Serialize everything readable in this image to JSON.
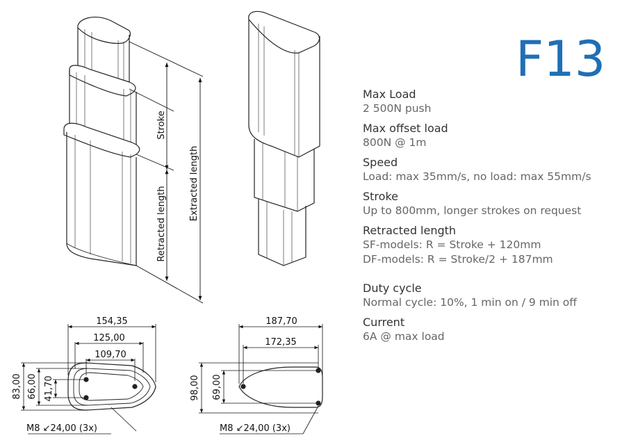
{
  "model": "F13",
  "specs": [
    {
      "title": "Max Load",
      "lines": [
        "2 500N push"
      ]
    },
    {
      "title": "Max offset load",
      "lines": [
        "800N @ 1m"
      ]
    },
    {
      "title": "Speed",
      "lines": [
        "Load: max 35mm/s, no load: max 55mm/s"
      ]
    },
    {
      "title": "Stroke",
      "lines": [
        "Up to 800mm, longer strokes on request"
      ]
    },
    {
      "title": "Retracted length",
      "lines": [
        "SF-models: R = Stroke + 120mm",
        "DF-models: R = Stroke/2 + 187mm"
      ]
    },
    {
      "title": "Duty cycle",
      "lines": [
        "Normal cycle: 10%, 1 min on / 9 min off"
      ]
    },
    {
      "title": "Current",
      "lines": [
        "6A @ max load"
      ]
    }
  ],
  "drawing_labels": {
    "stroke": "Stroke",
    "extracted_length": "Extracted length",
    "retracted_length": "Retracted length"
  },
  "left_plan": {
    "width_outer": "154,35",
    "width_mid": "125,00",
    "width_inner": "109,70",
    "height_outer": "83,00",
    "height_mid": "66,00",
    "height_inner": "41,70",
    "thread_note": "M8 ↙24,00 (3x)"
  },
  "right_plan": {
    "width_outer": "187,70",
    "width_inner": "172,35",
    "height_outer": "98,00",
    "height_inner": "69,00",
    "thread_note": "M8 ↙24,00 (3x)"
  }
}
